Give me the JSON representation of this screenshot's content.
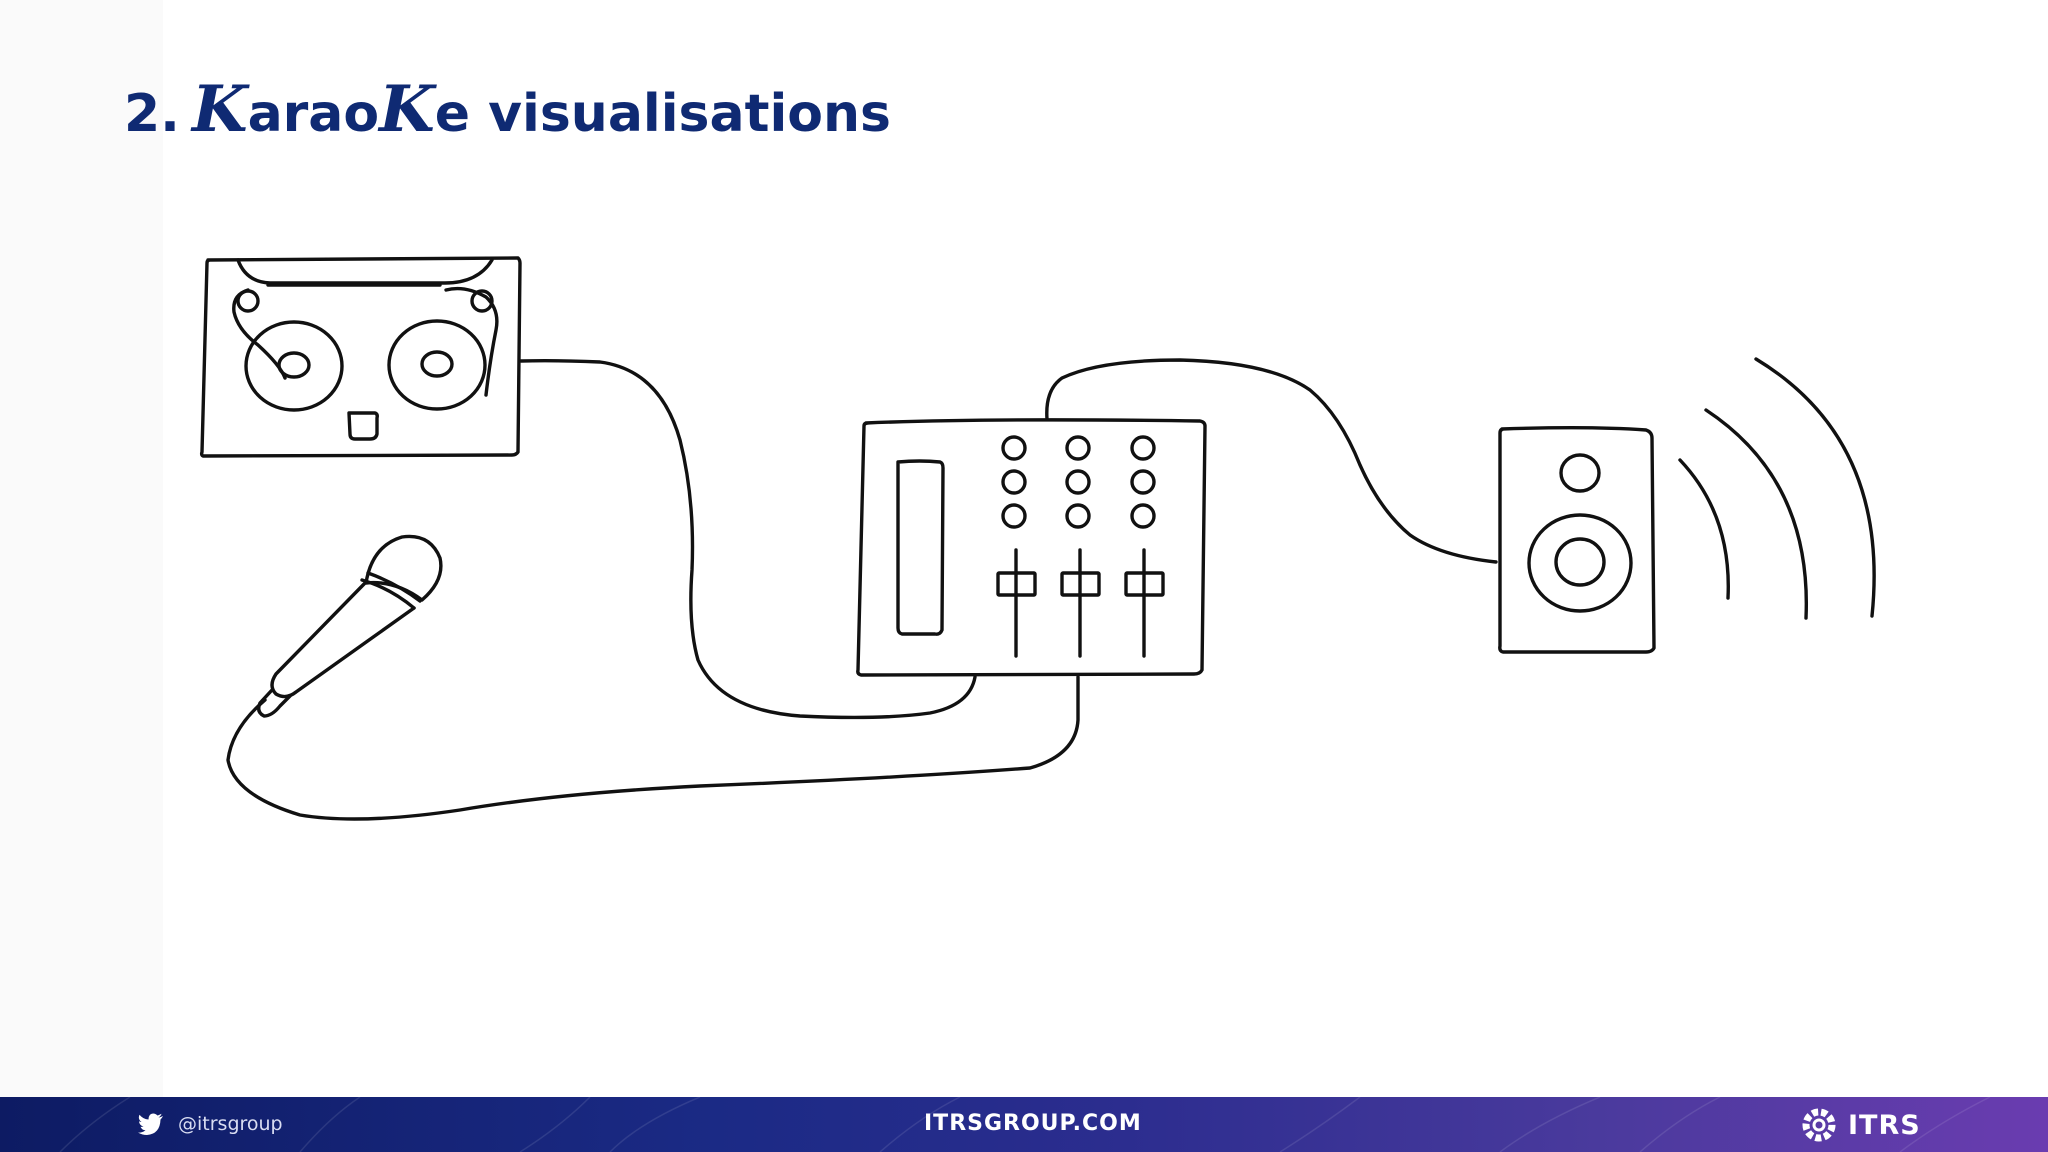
{
  "slide": {
    "title_number": "2.",
    "title_k1": "K",
    "title_mid": "arao",
    "title_k2": "K",
    "title_rest": "e visualisations"
  },
  "footer": {
    "twitter_handle": "@itrsgroup",
    "website": "ITRSGROUP.COM",
    "brand": "ITRS"
  },
  "icons": {
    "tape": "reel-to-reel-tape-deck-icon",
    "mixer": "audio-mixer-icon",
    "speaker": "speaker-icon",
    "microphone": "microphone-icon",
    "twitter": "twitter-bird-icon",
    "brand": "itrs-logo-icon"
  },
  "colors": {
    "title": "#0f2a73",
    "footer_start": "#0d1b63",
    "footer_end": "#6a3cb0",
    "line_art": "#111111"
  }
}
